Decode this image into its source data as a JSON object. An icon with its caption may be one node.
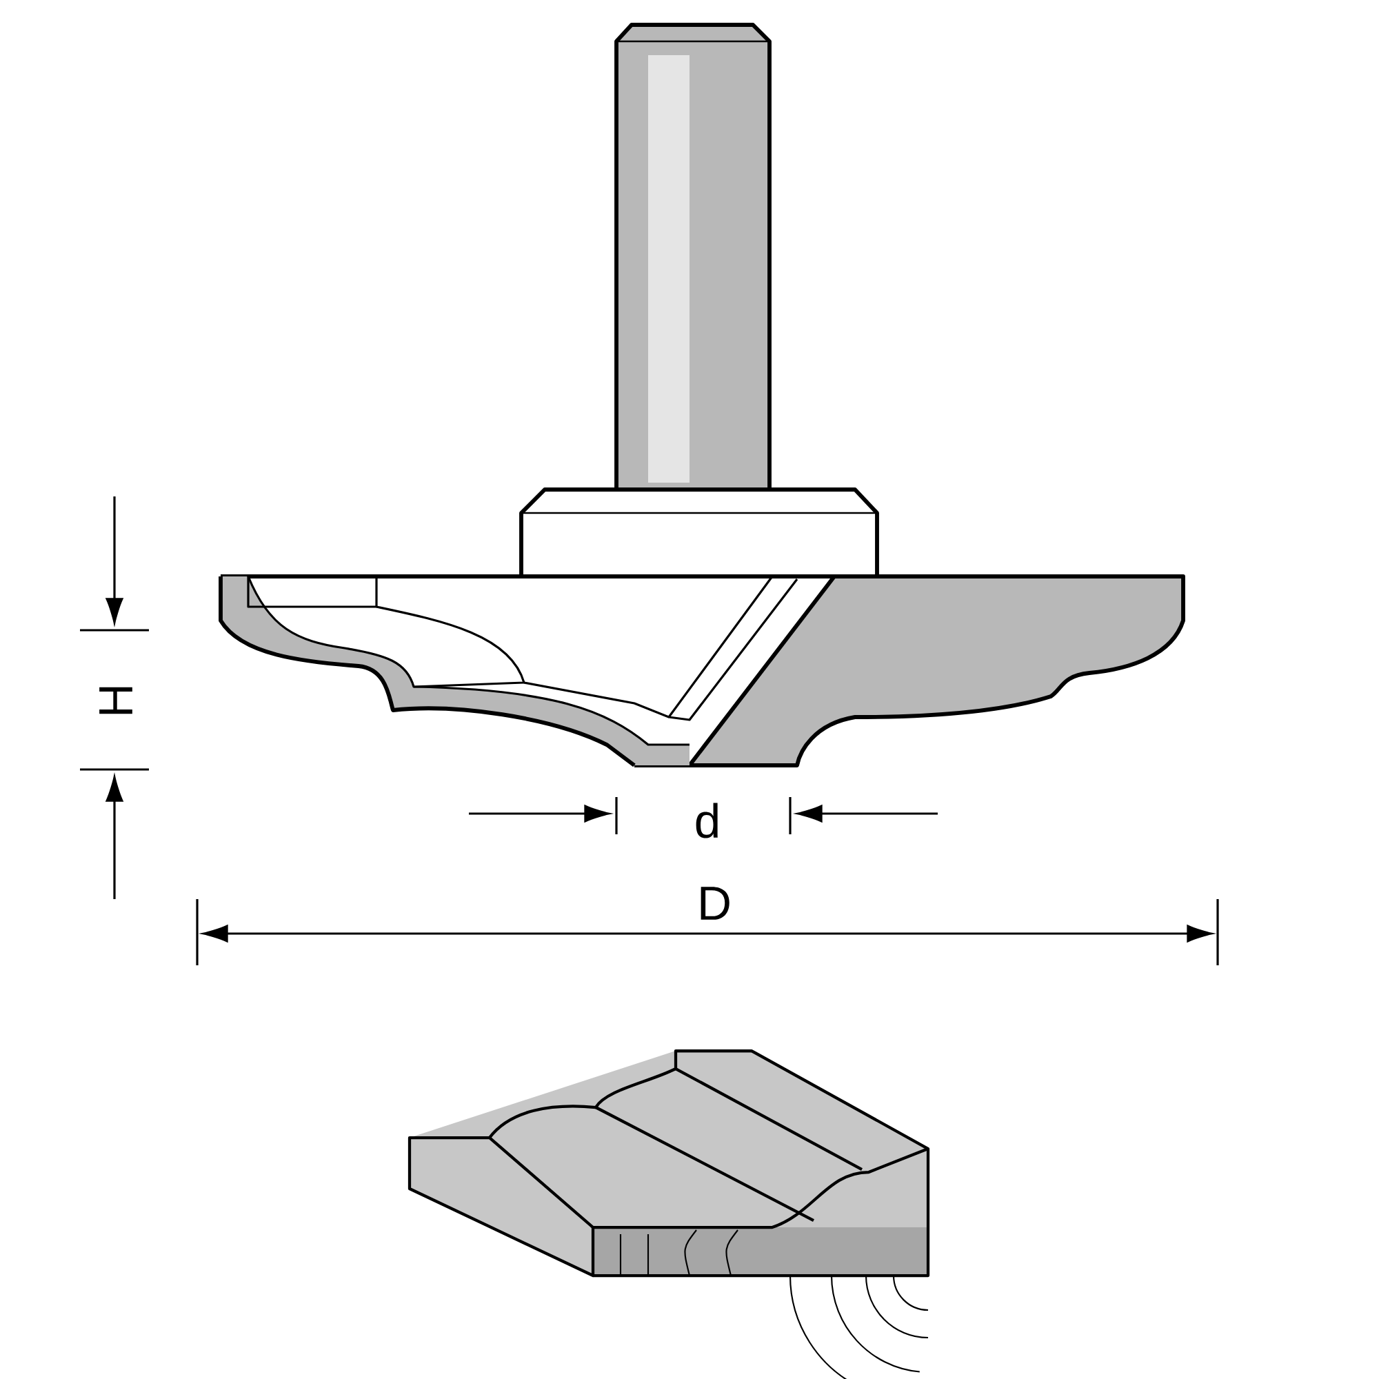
{
  "diagram": {
    "labels": [
      "H",
      "d",
      "D"
    ]
  }
}
